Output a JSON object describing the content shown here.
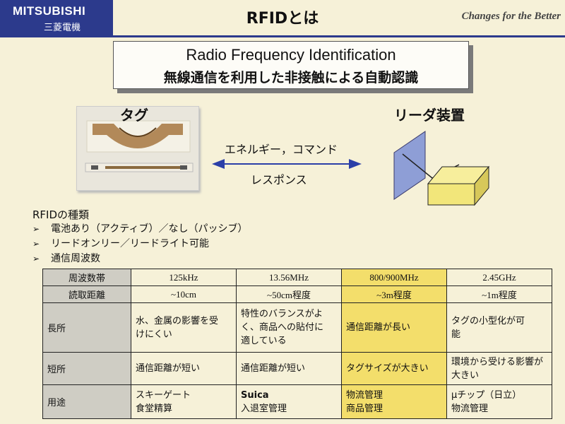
{
  "header": {
    "logo_text": "MITSUBISHI",
    "logo_sub": "三菱電機",
    "title": "RFIDとは",
    "tagline": "Changes for the Better"
  },
  "definition": {
    "english": "Radio Frequency Identification",
    "japanese": "無線通信を利用した非接触による自動認識"
  },
  "diagram": {
    "tag_label": "タグ",
    "reader_label": "リーダ装置",
    "energy_command": "エネルギー，コマンド",
    "response": "レスポンス"
  },
  "types": {
    "title": "RFIDの種類",
    "bullets": [
      "電池あり（アクティブ）／なし（パッシブ）",
      "リードオンリー／リードライト可能",
      "通信周波数"
    ]
  },
  "table": {
    "headers": {
      "freq": "周波数帯",
      "distance": "読取距離",
      "pros": "長所",
      "cons": "短所",
      "use": "用途"
    },
    "columns": [
      {
        "freq": "125kHz",
        "distance": "~10cm",
        "pros": [
          "水、金属の影響を受",
          "けにくい"
        ],
        "cons": "通信距離が短い",
        "use": [
          "スキーゲート",
          "食堂精算"
        ]
      },
      {
        "freq": "13.56MHz",
        "distance": "~50cm程度",
        "pros": [
          "特性のバランスがよ",
          "く、商品への貼付に",
          "適している"
        ],
        "cons": "通信距離が短い",
        "use": [
          "Suica",
          "入退室管理"
        ]
      },
      {
        "freq": "800/900MHz",
        "distance": "~3m程度",
        "pros": [
          "通信距離が長い"
        ],
        "cons": "タグサイズが大きい",
        "use": [
          "物流管理",
          "商品管理"
        ]
      },
      {
        "freq": "2.45GHz",
        "distance": "~1m程度",
        "pros": [
          "タグの小型化が可",
          "能"
        ],
        "cons": "環境から受ける影響が大きい",
        "use": [
          "μチップ（日立）",
          "物流管理"
        ]
      }
    ]
  },
  "colors": {
    "brand_blue": "#2c3a8c",
    "highlight": "#f3de6b",
    "row_header": "#cfcdc4",
    "arrow_blue": "#2b3fa8",
    "card_yellow": "#f2e67a",
    "panel_blue": "#8e9ed6"
  }
}
